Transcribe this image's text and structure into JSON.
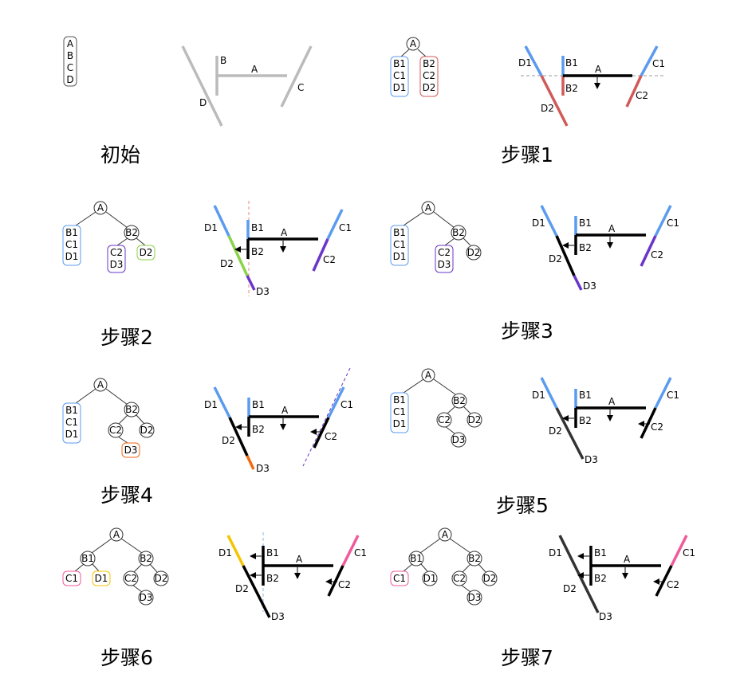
{
  "captions": {
    "initial": "初始",
    "step1": "步骤1",
    "step2": "步骤2",
    "step3": "步骤3",
    "step4": "步骤4",
    "step5": "步骤5",
    "step6": "步骤6",
    "step7": "步骤7"
  },
  "labels": {
    "A": "A",
    "B": "B",
    "C": "C",
    "D": "D",
    "B1": "B1",
    "B2": "B2",
    "C1": "C1",
    "C2": "C2",
    "D1": "D1",
    "D2": "D2",
    "D3": "D3"
  },
  "colors": {
    "gray": "#bbbbbb",
    "black": "#000000",
    "blue": "#5b9bef",
    "red": "#d05a5a",
    "green": "#8bd34a",
    "purple": "#6a35c8",
    "orange": "#f26a10",
    "yellow": "#f5c400",
    "pink": "#f05a9a",
    "dark": "#333333"
  }
}
